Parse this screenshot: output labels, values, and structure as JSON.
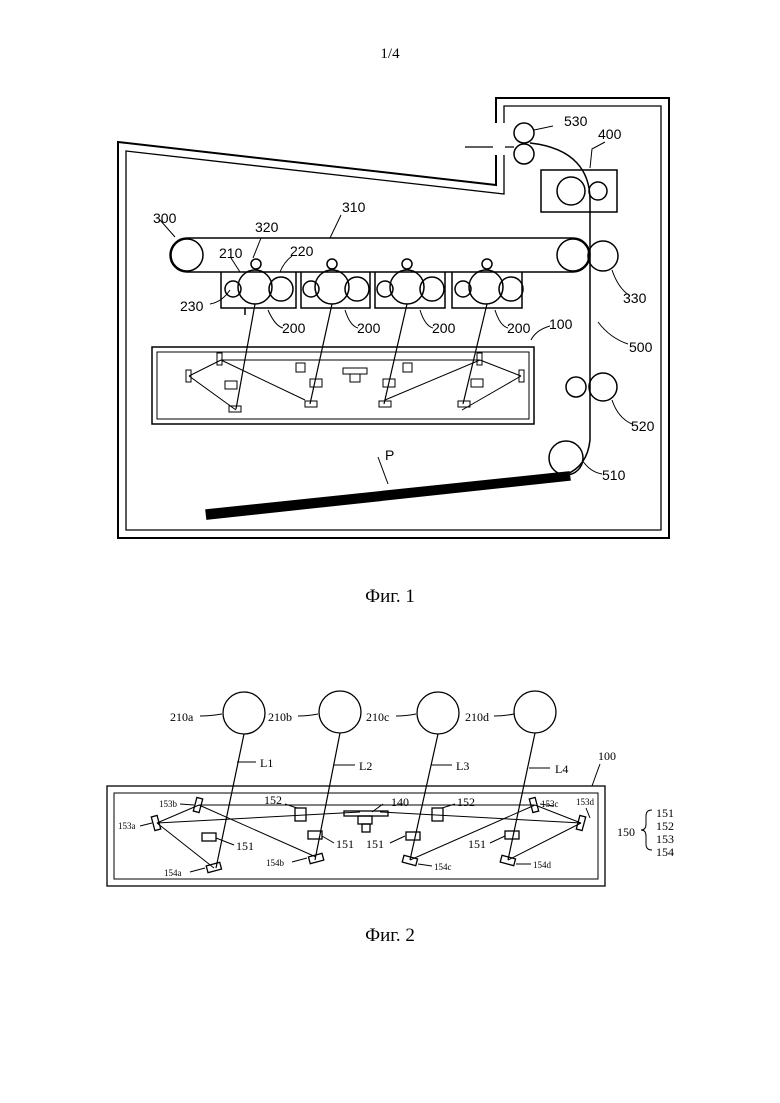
{
  "page_number": "1/4",
  "figure1": {
    "caption": "Фиг. 1",
    "labels": {
      "l530": "530",
      "l400": "400",
      "l310": "310",
      "l300": "300",
      "l320": "320",
      "l210": "210",
      "l220": "220",
      "l230": "230",
      "l330": "330",
      "l200a": "200",
      "l200b": "200",
      "l200c": "200",
      "l200d": "200",
      "l100": "100",
      "l500": "500",
      "l520": "520",
      "lP": "P",
      "l510": "510"
    }
  },
  "figure2": {
    "caption": "Фиг. 2",
    "labels": {
      "l210a": "210a",
      "l210b": "210b",
      "l210c": "210c",
      "l210d": "210d",
      "lL1": "L1",
      "lL2": "L2",
      "lL3": "L3",
      "lL4": "L4",
      "l100": "100",
      "l152a": "152",
      "l152b": "152",
      "l140": "140",
      "l153a": "153a",
      "l153b": "153b",
      "l153c": "153c",
      "l153d": "153d",
      "l151a": "151",
      "l151b": "151",
      "l151c": "151",
      "l151d": "151",
      "l154a": "154a",
      "l154b": "154b",
      "l154c": "154c",
      "l154d": "154d",
      "l150": "150",
      "leg151": "151",
      "leg152": "152",
      "leg153": "153",
      "leg154": "154"
    }
  }
}
